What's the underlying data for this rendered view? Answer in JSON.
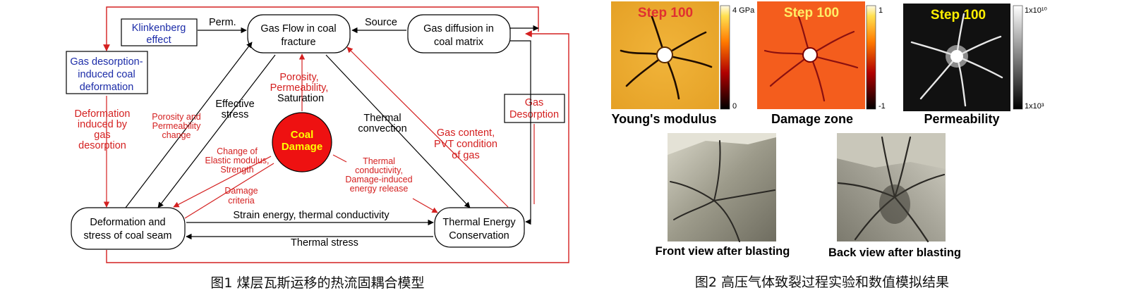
{
  "figure1": {
    "nodes": {
      "gas_flow": [
        "Gas Flow in coal",
        "fracture"
      ],
      "gas_diffusion": [
        "Gas diffusion in",
        "coal matrix"
      ],
      "deformation": [
        "Deformation and",
        "stress of coal seam"
      ],
      "thermal": [
        "Thermal Energy",
        "Conservation"
      ],
      "klinkenberg": [
        "Klinkenberg",
        "effect"
      ],
      "gas_desorption_deform": [
        "Gas desorption-",
        "induced coal",
        "deformation"
      ],
      "gas_desorption": [
        "Gas",
        "Desorption"
      ],
      "coal_damage": [
        "Coal",
        "Damage"
      ]
    },
    "labels": {
      "perm": "Perm.",
      "source": "Source",
      "porosity_perm_sat": [
        "Porosity,",
        "Permeability,",
        "Saturation"
      ],
      "effective_stress": [
        "Effective",
        "stress"
      ],
      "thermal_convection": [
        "Thermal",
        "convection"
      ],
      "porosity_perm_change": [
        "Porosity and",
        "Permeability",
        "change"
      ],
      "deformation_induced": [
        "Deformation",
        "induced by",
        "gas",
        "desorption"
      ],
      "change_elastic": [
        "Change of",
        "Elastic modulus,",
        "Strength"
      ],
      "damage_criteria": [
        "Damage",
        "criteria"
      ],
      "thermal_conductivity_damage": [
        "Thermal",
        "conductivity,",
        "Damage-induced",
        "energy release"
      ],
      "gas_content": [
        "Gas content,",
        "PVT condition",
        "of gas"
      ],
      "strain_energy": "Strain energy, thermal conductivity",
      "thermal_stress": "Thermal stress"
    },
    "caption": "图1  煤层瓦斯运移的热流固耦合模型"
  },
  "figure2": {
    "panels": [
      {
        "title": "Step 100",
        "label": "Young's modulus",
        "scale_top": "4 GPa",
        "scale_bottom": "0"
      },
      {
        "title": "Step 100",
        "label": "Damage zone",
        "scale_top": "1",
        "scale_bottom": "-1"
      },
      {
        "title": "Step 100",
        "label": "Permeability",
        "scale_top": "1x10¹⁰",
        "scale_bottom": "1x10³"
      }
    ],
    "photos": [
      {
        "label": "Front view after blasting"
      },
      {
        "label": "Back view after blasting"
      }
    ],
    "caption": "图2  高压气体致裂过程实验和数值模拟结果"
  },
  "colors": {
    "red": "#d42020",
    "blue": "#1c2ca8",
    "damage_fill": "#ee1111"
  }
}
